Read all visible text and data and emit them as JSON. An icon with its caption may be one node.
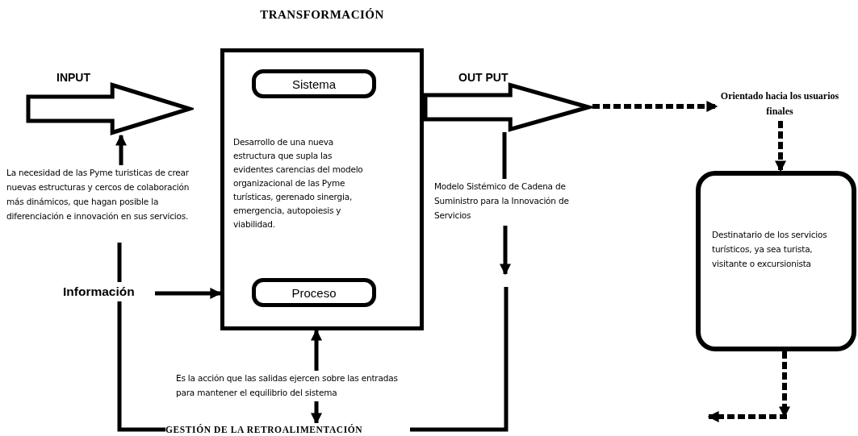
{
  "diagram": {
    "nodes": [
      {
        "text": [
          "TRANSFORMACIÓN",
          "Desarrollo de una nueva estructura que supla las evidentes carencias del modelo organizacional de las Pyme turísticas, gerenado sinergia, emergencia, autopoiesis y viabilidad."
        ]
      },
      {
        "text": [
          "Sistema"
        ],
        "in": 0
      },
      {
        "text": [
          "Proceso"
        ],
        "in": 0
      },
      {
        "text": [
          "INPUT"
        ]
      },
      {
        "text": [
          "La necesidad de las Pyme turisticas de crear nuevas estructuras y cercos de colaboración más dinámicos, que hagan posible la diferenciación e innovación en sus servicios."
        ]
      },
      {
        "text": [
          "Información"
        ]
      },
      {
        "text": [
          "OUT PUT"
        ]
      },
      {
        "text": [
          "Modelo Sistémico de Cadena de Suministro para la Innovación de Servicios"
        ]
      },
      {
        "text": [
          "Orientado hacia los usuarios finales"
        ]
      },
      {
        "text": [
          "Destinatario de los servicios turísticos, ya sea turista, visitante o excursionista"
        ]
      },
      {
        "text": [
          "Es la acción que las salidas ejercen sobre las entradas para mantener el equilibrio del sistema"
        ]
      },
      {
        "text": [
          "GESTIÓN DE LA RETROALIMENTACIÓN"
        ]
      }
    ],
    "edges": [
      {
        "from": 4,
        "to": 3,
        "arrow": "to"
      },
      {
        "from": 4,
        "to": 5,
        "arrow": "none"
      },
      {
        "from": 5,
        "to": 0,
        "arrow": "to"
      },
      {
        "from": 5,
        "to": 11,
        "arrow": "none"
      },
      {
        "from": 6,
        "to": 7,
        "arrow": "none"
      },
      {
        "from": 7,
        "to": null,
        "arrow": "to"
      },
      {
        "from": null,
        "to": 11,
        "arrow": "none"
      },
      {
        "from": 10,
        "to": 0,
        "arrow": "to"
      },
      {
        "from": 10,
        "to": 11,
        "arrow": "to"
      },
      {
        "from": 6,
        "to": 8,
        "arrow": "to",
        "style": "dashed"
      },
      {
        "from": 8,
        "to": 9,
        "arrow": "to",
        "style": "dashed"
      },
      {
        "from": 9,
        "to": null,
        "arrow": "to",
        "style": "dashed"
      }
    ]
  }
}
